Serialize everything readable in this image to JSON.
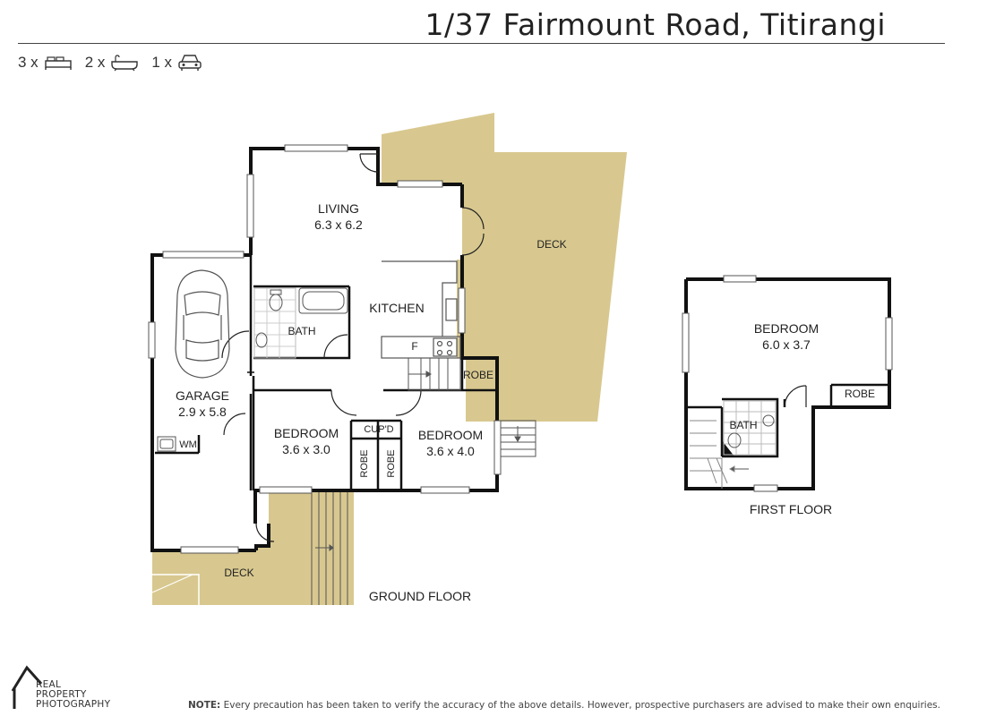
{
  "header": {
    "address": "1/37 Fairmount Road, Titirangi"
  },
  "counts": {
    "bedrooms": "3 x",
    "bathrooms": "2 x",
    "car": "1 x",
    "icons": [
      "bed-icon",
      "bath-icon",
      "car-icon"
    ]
  },
  "ground_floor": {
    "label": "GROUND FLOOR",
    "living": {
      "name": "LIVING",
      "size": "6.3 x 6.2"
    },
    "kitchen": {
      "name": "KITCHEN",
      "fridge": "F"
    },
    "bath": {
      "name": "BATH"
    },
    "garage": {
      "name": "GARAGE",
      "size": "2.9 x 5.8",
      "wm": "WM"
    },
    "bedroom_left": {
      "name": "BEDROOM",
      "size": "3.6 x 3.0"
    },
    "bedroom_right": {
      "name": "BEDROOM",
      "size": "3.6 x 4.0"
    },
    "cupd": "CUP'D",
    "robe_a": "ROBE",
    "robe_b": "ROBE",
    "robe_c": "ROBE",
    "deck_main": "DECK",
    "deck_lower": "DECK"
  },
  "first_floor": {
    "label": "FIRST FLOOR",
    "bedroom": {
      "name": "BEDROOM",
      "size": "6.0 x 3.7"
    },
    "robe": "ROBE",
    "bath": "BATH"
  },
  "footer": {
    "brand_line1": "REAL",
    "brand_line2": "PROPERTY",
    "brand_line3": "PHOTOGRAPHY",
    "note_label": "NOTE:",
    "note_text": "Every precaution has been taken to verify the accuracy of the above details. However, prospective purchasers are advised to make their own enquiries."
  },
  "colors": {
    "deck": "#d8c88f",
    "wall": "#111111",
    "text": "#222222"
  }
}
